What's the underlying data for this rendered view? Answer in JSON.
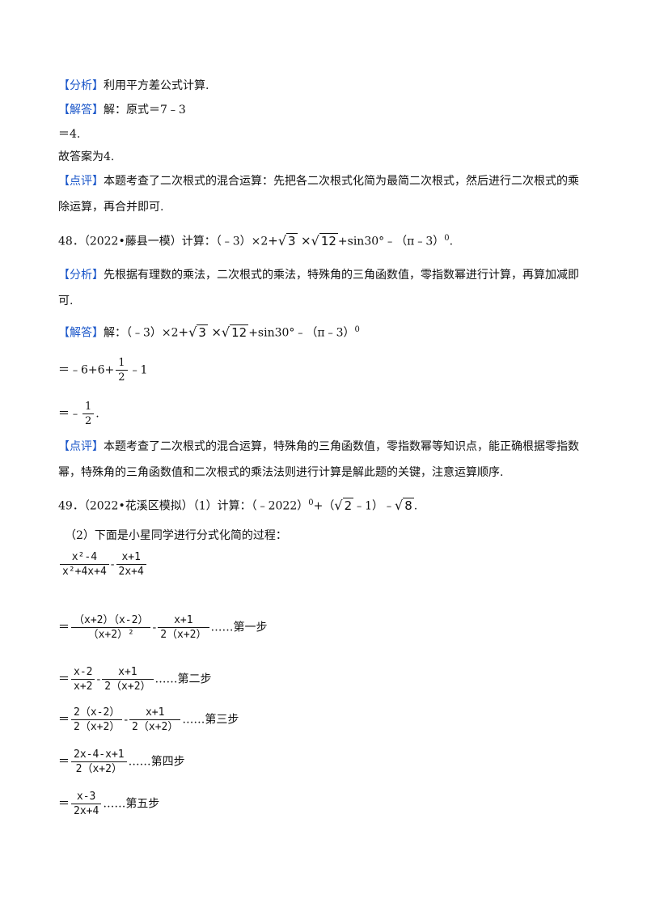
{
  "q47": {
    "analysis_tag": "【分析】",
    "analysis_text": "利用平方差公式计算.",
    "answer_tag": "【解答】",
    "answer_text": "解：原式＝7﹣3",
    "line2": "＝4.",
    "line3": "故答案为4.",
    "comment_tag": "【点评】",
    "comment_text1": "本题考查了二次根式的混合运算：先把各二次根式化简为最简二次根式，然后进行二次根式的乘",
    "comment_text2": "除运算，再合并即可."
  },
  "q48": {
    "prefix": "48．（2022•藤县一模）计算：（﹣3）×2",
    "plus": "+",
    "r3": "3",
    "times": "×",
    "r12": "12",
    "tail": "+sin30°﹣（π﹣3）",
    "exp0": "0",
    "end": ".",
    "analysis_tag": "【分析】",
    "analysis_text1": "先根据有理数的乘法，二次根式的乘法，特殊角的三角函数值，零指数幂进行计算，再算加减即",
    "analysis_text2": "可.",
    "answer_tag": "【解答】",
    "answer_prefix": "解：（﹣3）×2",
    "step1_prefix": "＝﹣6+6+",
    "step1_num": "1",
    "step1_den": "2",
    "step1_tail": "﹣1",
    "step2_prefix": "＝﹣",
    "step2_num": "1",
    "step2_den": "2",
    "step2_end": ".",
    "comment_tag": "【点评】",
    "comment_text1": "本题考查了二次根式的混合运算，特殊角的三角函数值，零指数幂等知识点，能正确根据零指数",
    "comment_text2": "幂，特殊角的三角函数值和二次根式的乘法法则进行计算是解此题的关键，注意运算顺序."
  },
  "q49": {
    "prefix": "49．（2022•花溪区模拟）（1）计算：（﹣2022）",
    "exp0": "0",
    "mid1": "+（",
    "r2": "2",
    "mid2": "﹣1）﹣",
    "r8": "8",
    "end": ".",
    "part2": "（2）下面是小星同学进行分式化简的过程：",
    "expr_num1": "x²-4",
    "expr_den1": "x²+4x+4",
    "minus": "-",
    "expr_num2": "x+1",
    "expr_den2": "2x+4",
    "eq": "＝",
    "s1_num1": "（x+2）（x-2）",
    "s1_den1": "（x+2）²",
    "s1_num2": "x+1",
    "s1_den2": "2（x+2）",
    "s1_label": "……第一步",
    "s2_num1": "x-2",
    "s2_den1": "x+2",
    "s2_num2": "x+1",
    "s2_den2": "2（x+2）",
    "s2_label": "……第二步",
    "s3_num1": "2（x-2）",
    "s3_den1": "2（x+2）",
    "s3_num2": "x+1",
    "s3_den2": "2（x+2）",
    "s3_label": "……第三步",
    "s4_num": "2x-4-x+1",
    "s4_den": "2（x+2）",
    "s4_label": "……第四步",
    "s5_num": "x-3",
    "s5_den": "2x+4",
    "s5_label": "……第五步"
  }
}
